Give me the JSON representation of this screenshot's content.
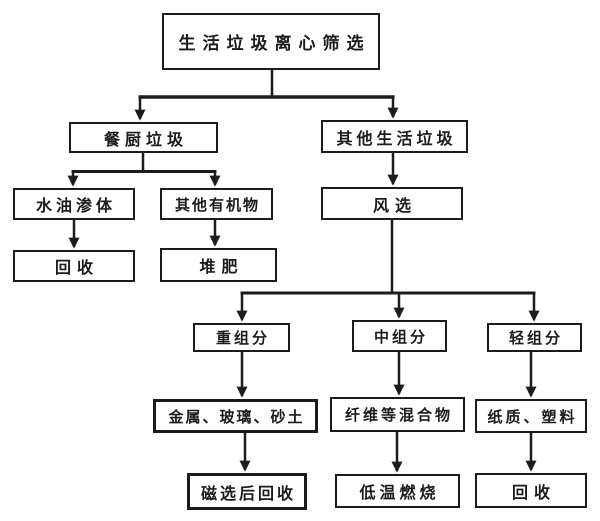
{
  "nodes": {
    "root": {
      "label": "生活垃圾离心筛选"
    },
    "kitchen_waste": {
      "label": "餐厨垃圾"
    },
    "other_household_waste": {
      "label": "其他生活垃圾"
    },
    "water_oil": {
      "label": "水油渗体"
    },
    "other_organics": {
      "label": "其他有机物"
    },
    "air_separation": {
      "label": "风选"
    },
    "recycle_left": {
      "label": "回收"
    },
    "compost": {
      "label": "堆肥"
    },
    "heavy_fraction": {
      "label": "重组分"
    },
    "middle_fraction": {
      "label": "中组分"
    },
    "light_fraction": {
      "label": "轻组分"
    },
    "metal_glass_sand": {
      "label": "金属、玻璃、砂土"
    },
    "fiber_mixture": {
      "label": "纤维等混合物"
    },
    "paper_plastic": {
      "label": "纸质、塑料"
    },
    "magnetic_recycle": {
      "label": "磁选后回收"
    },
    "low_temp_burn": {
      "label": "低温燃烧"
    },
    "recycle_right": {
      "label": "回收"
    }
  },
  "edges": [
    {
      "from": "root",
      "to": "kitchen_waste"
    },
    {
      "from": "root",
      "to": "other_household_waste"
    },
    {
      "from": "kitchen_waste",
      "to": "water_oil"
    },
    {
      "from": "kitchen_waste",
      "to": "other_organics"
    },
    {
      "from": "water_oil",
      "to": "recycle_left"
    },
    {
      "from": "other_organics",
      "to": "compost"
    },
    {
      "from": "other_household_waste",
      "to": "air_separation"
    },
    {
      "from": "air_separation",
      "to": "heavy_fraction"
    },
    {
      "from": "air_separation",
      "to": "middle_fraction"
    },
    {
      "from": "air_separation",
      "to": "light_fraction"
    },
    {
      "from": "heavy_fraction",
      "to": "metal_glass_sand"
    },
    {
      "from": "middle_fraction",
      "to": "fiber_mixture"
    },
    {
      "from": "light_fraction",
      "to": "paper_plastic"
    },
    {
      "from": "metal_glass_sand",
      "to": "magnetic_recycle"
    },
    {
      "from": "fiber_mixture",
      "to": "low_temp_burn"
    },
    {
      "from": "paper_plastic",
      "to": "recycle_right"
    }
  ],
  "colors": {
    "background": "#ffffff",
    "line": "#1c1c1c",
    "box_border": "#1c1c1c",
    "text": "#1c1c1c"
  }
}
